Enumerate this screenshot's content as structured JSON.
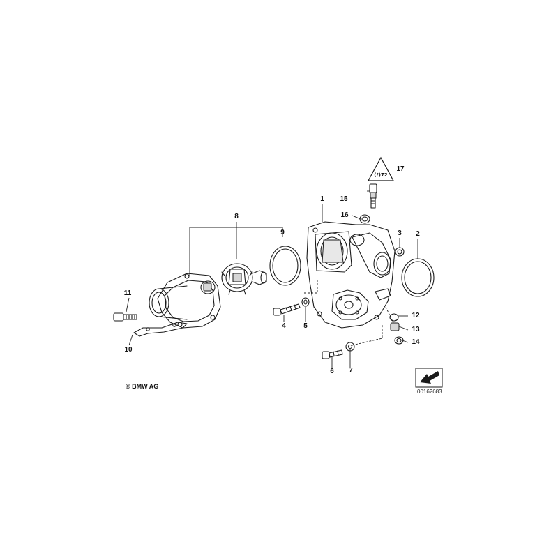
{
  "parts": [
    {
      "id": "callout-1",
      "label": "1"
    },
    {
      "id": "callout-2",
      "label": "2"
    },
    {
      "id": "callout-3",
      "label": "3"
    },
    {
      "id": "callout-4",
      "label": "4"
    },
    {
      "id": "callout-5",
      "label": "5"
    },
    {
      "id": "callout-6",
      "label": "6"
    },
    {
      "id": "callout-7",
      "label": "7"
    },
    {
      "id": "callout-8",
      "label": "8"
    },
    {
      "id": "callout-9",
      "label": "9"
    },
    {
      "id": "callout-10",
      "label": "10"
    },
    {
      "id": "callout-11",
      "label": "11"
    },
    {
      "id": "callout-12",
      "label": "12"
    },
    {
      "id": "callout-13",
      "label": "13"
    },
    {
      "id": "callout-14",
      "label": "14"
    },
    {
      "id": "callout-15",
      "label": "15"
    },
    {
      "id": "callout-16",
      "label": "16"
    },
    {
      "id": "callout-17",
      "label": "17"
    }
  ],
  "footer": {
    "copyright": "© BMW AG",
    "diagram_id": "00162683"
  },
  "warning_badge": {
    "text": "(ℓ)72",
    "icon": "warning-triangle-icon"
  },
  "colors": {
    "line": "#1a1a1a",
    "background": "#ffffff",
    "shading": "#d6d6d6"
  }
}
